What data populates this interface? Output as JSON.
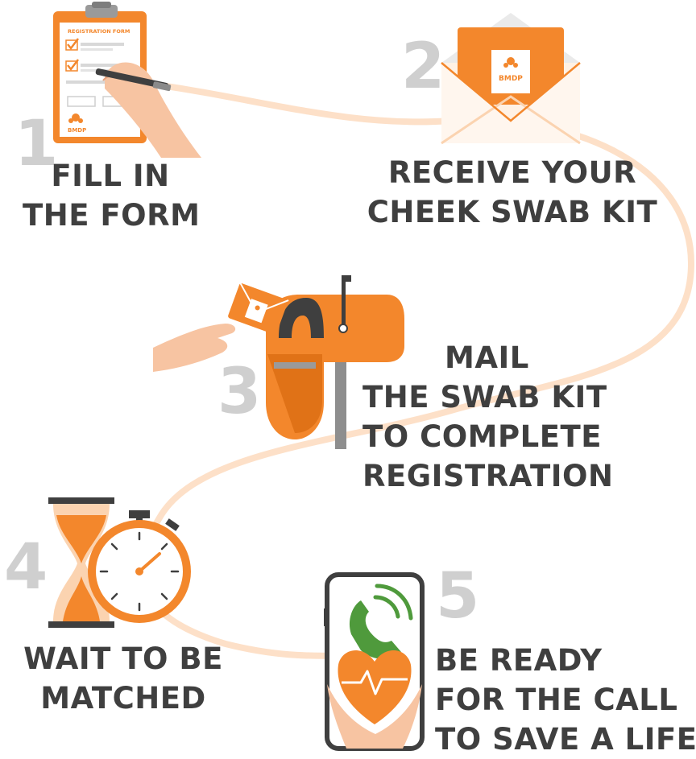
{
  "brand": {
    "orange": "#f3872c",
    "light_orange": "#fbd3b0",
    "path_color": "#fde0c8",
    "text_dark": "#3f3f3f",
    "number_gray": "#cfcfcf",
    "phone_green": "#4f9a3c",
    "logo_text": "BMDP"
  },
  "steps": [
    {
      "number": "1",
      "lines": [
        "FILL IN",
        "THE FORM"
      ],
      "icon": "clipboard-form-icon",
      "form_title": "REGISTRATION FORM"
    },
    {
      "number": "2",
      "lines": [
        "RECEIVE YOUR",
        "CHEEK SWAB KIT"
      ],
      "icon": "envelope-icon"
    },
    {
      "number": "3",
      "lines": [
        "MAIL",
        "THE SWAB KIT",
        "TO COMPLETE",
        "REGISTRATION"
      ],
      "icon": "mailbox-icon"
    },
    {
      "number": "4",
      "lines": [
        "WAIT TO BE",
        "MATCHED"
      ],
      "icon": "hourglass-stopwatch-icon"
    },
    {
      "number": "5",
      "lines": [
        "BE READY",
        "FOR THE CALL",
        "TO SAVE A LIFE"
      ],
      "icon": "phone-heart-icon"
    }
  ]
}
